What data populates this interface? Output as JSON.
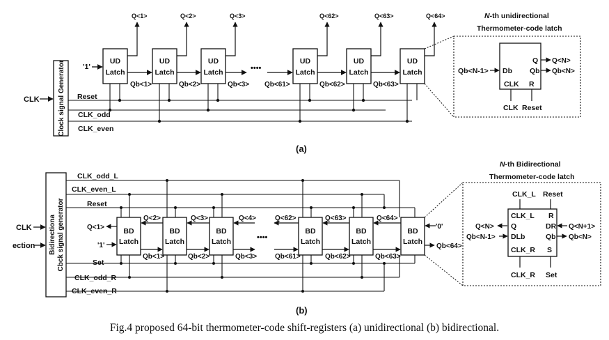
{
  "diagram_a": {
    "label": "(a)",
    "clk": "CLK",
    "generator": "Clock signal Generator",
    "input": "'1'",
    "latch_label": [
      "UD",
      "Latch"
    ],
    "q_outputs": [
      "Q<1>",
      "Q<2>",
      "Q<3>",
      "Q<62>",
      "Q<63>",
      "Q<64>"
    ],
    "qb_labels": [
      "Qb<1>",
      "Qb<2>",
      "Qb<3>",
      "Qb<61>",
      "Qb<62>",
      "Qb<63>"
    ],
    "ellipsis": "••••",
    "signals": [
      "Reset",
      "CLK_odd",
      "CLK_even"
    ],
    "detail": {
      "title_italic": "N",
      "title_line1": "-th unidirectional",
      "title_line2": "Thermometer-code latch",
      "in": "Qb<N-1>",
      "db": "Db",
      "q": "Q",
      "qb": "Qb",
      "clk": "CLK",
      "r": "R",
      "q_out": "Q<N>",
      "qb_out": "Qb<N>",
      "clk_in": "CLK",
      "reset_in": "Reset"
    }
  },
  "diagram_b": {
    "label": "(b)",
    "clk": "CLK",
    "direction": "ection",
    "generator_line1": "Bidirectiona",
    "generator_line2": "Cbck signal generator",
    "latch_label": [
      "BD",
      "Latch"
    ],
    "signals_top": [
      "CLK_odd_L",
      "CLK_even_L",
      "Reset"
    ],
    "signals_bottom": [
      "Set",
      "CLK_odd_R",
      "CLK_even_R"
    ],
    "q_left_out": "Q<1>",
    "q_labels": [
      "Q<2>",
      "Q<3>",
      "Q<4>",
      "Q<62>",
      "Q<63>",
      "Q<64>"
    ],
    "qb_labels": [
      "Qb<1>",
      "Qb<2>",
      "Qb<3>",
      "Qb<61>",
      "Qb<62>",
      "Qb<63>"
    ],
    "input_one": "'1'",
    "input_zero": "'0'",
    "qb_out": "Qb<64>",
    "ellipsis": "••••",
    "detail": {
      "title_italic": "N",
      "title_line1": "-th Bidirectional",
      "title_line2": "Thermometer-code latch",
      "clk_l_top": "CLK_L",
      "reset_top": "Reset",
      "clk_l": "CLK_L",
      "r": "R",
      "q": "Q",
      "dr": "DR",
      "dlb": "DLb",
      "qb": "Qb",
      "clk_r": "CLK_R",
      "s": "S",
      "q_out": "Q<N>",
      "qb_in": "Qb<N-1>",
      "q_in": "Q<N+1>",
      "qb_out": "Qb<N>",
      "clk_r_bottom": "CLK_R",
      "set_bottom": "Set"
    }
  },
  "caption": "Fig.4 proposed 64-bit thermometer-code shift-registers (a) unidirectional (b) bidirectional."
}
